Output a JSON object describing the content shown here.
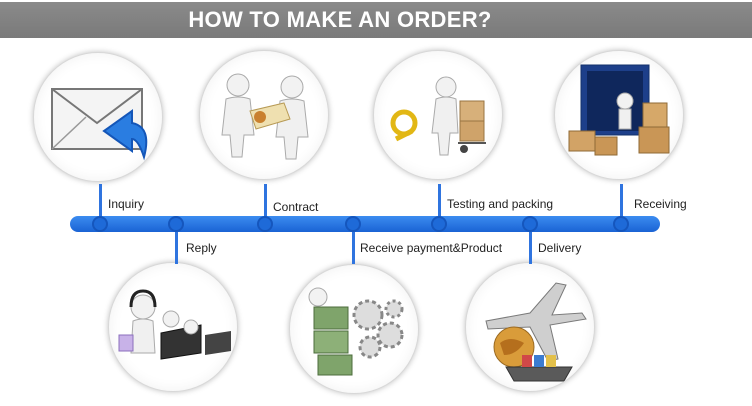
{
  "title": "HOW TO MAKE AN ORDER?",
  "steps": [
    {
      "label": "Inquiry",
      "icon": "envelope-arrow-icon"
    },
    {
      "label": "Reply",
      "icon": "call-center-icon"
    },
    {
      "label": "Contract",
      "icon": "handshake-contract-icon"
    },
    {
      "label": "Receive payment&Product",
      "icon": "money-gears-icon"
    },
    {
      "label": "Testing and packing",
      "icon": "magnifier-boxes-icon"
    },
    {
      "label": "Delivery",
      "icon": "plane-ship-globe-icon"
    },
    {
      "label": "Receiving",
      "icon": "container-boxes-icon"
    }
  ],
  "colors": {
    "banner": "#808080",
    "timeline": "#1e6ad8",
    "arrow": "#2a7de1"
  }
}
